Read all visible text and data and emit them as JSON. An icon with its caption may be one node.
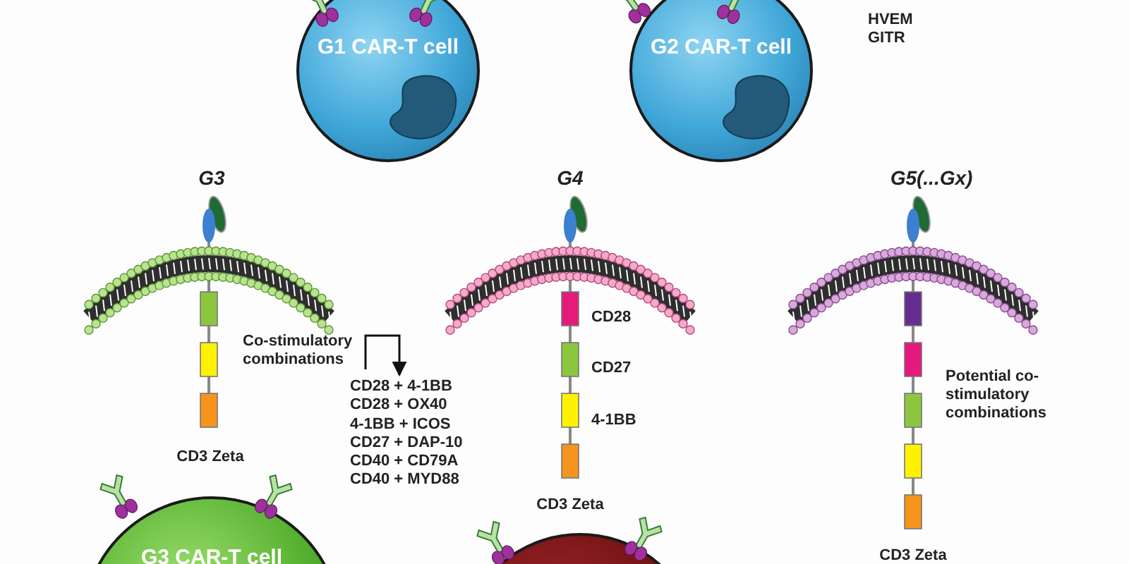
{
  "diagram": {
    "nodes": [
      {
        "text": [
          "G1 CAR-T cell"
        ]
      },
      {
        "text": [
          "G2 CAR-T cell"
        ]
      },
      {
        "text": [
          "Co-stimulatory combinations"
        ]
      },
      {
        "text": [
          "CD28 + 4-1BB",
          "CD28 + OX40",
          "4-1BB + ICOS",
          "CD27 + DAP-10",
          "CD40 + CD79A",
          "CD40 + MYD88"
        ]
      },
      {
        "text": [
          "G3 CAR-T cell"
        ]
      },
      {
        "text": [],
        "shape": "circle"
      }
    ],
    "edges": [
      {
        "from": 2,
        "to": 3,
        "arrow": "to"
      }
    ],
    "labels": [
      "HVEM",
      "GITR",
      "G3",
      "G4",
      "G5(...Gx)",
      "CD3 Zeta",
      "CD28",
      "CD27",
      "4-1BB",
      "CD3 Zeta",
      "Potential co-stimulatory combinations",
      "CD3 Zeta"
    ]
  }
}
